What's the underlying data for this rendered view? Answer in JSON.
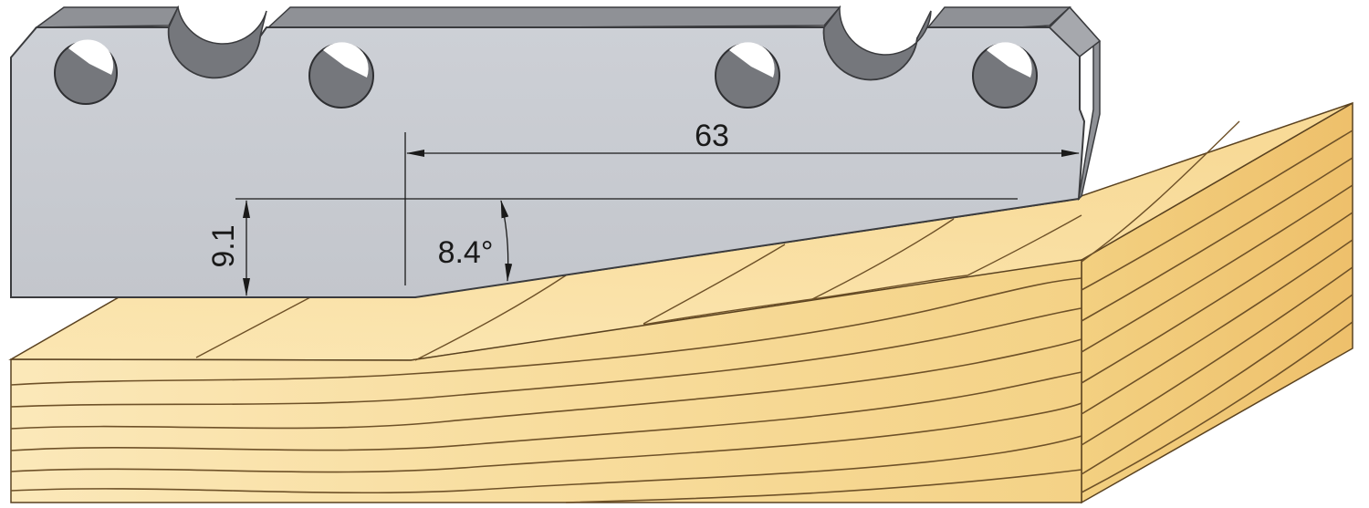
{
  "dimensions": {
    "length": "63",
    "height": "9.1",
    "angle": "8.4°"
  },
  "colors": {
    "blade_face": "#c7c9cf",
    "blade_bevel": "#8f9196",
    "blade_dark": "#6f7176",
    "wood_light": "#fbe7b6",
    "wood_mid": "#f6d690",
    "wood_dark": "#eec574",
    "grain_line": "#6e5128",
    "dimension_line": "#1a1a1a"
  }
}
